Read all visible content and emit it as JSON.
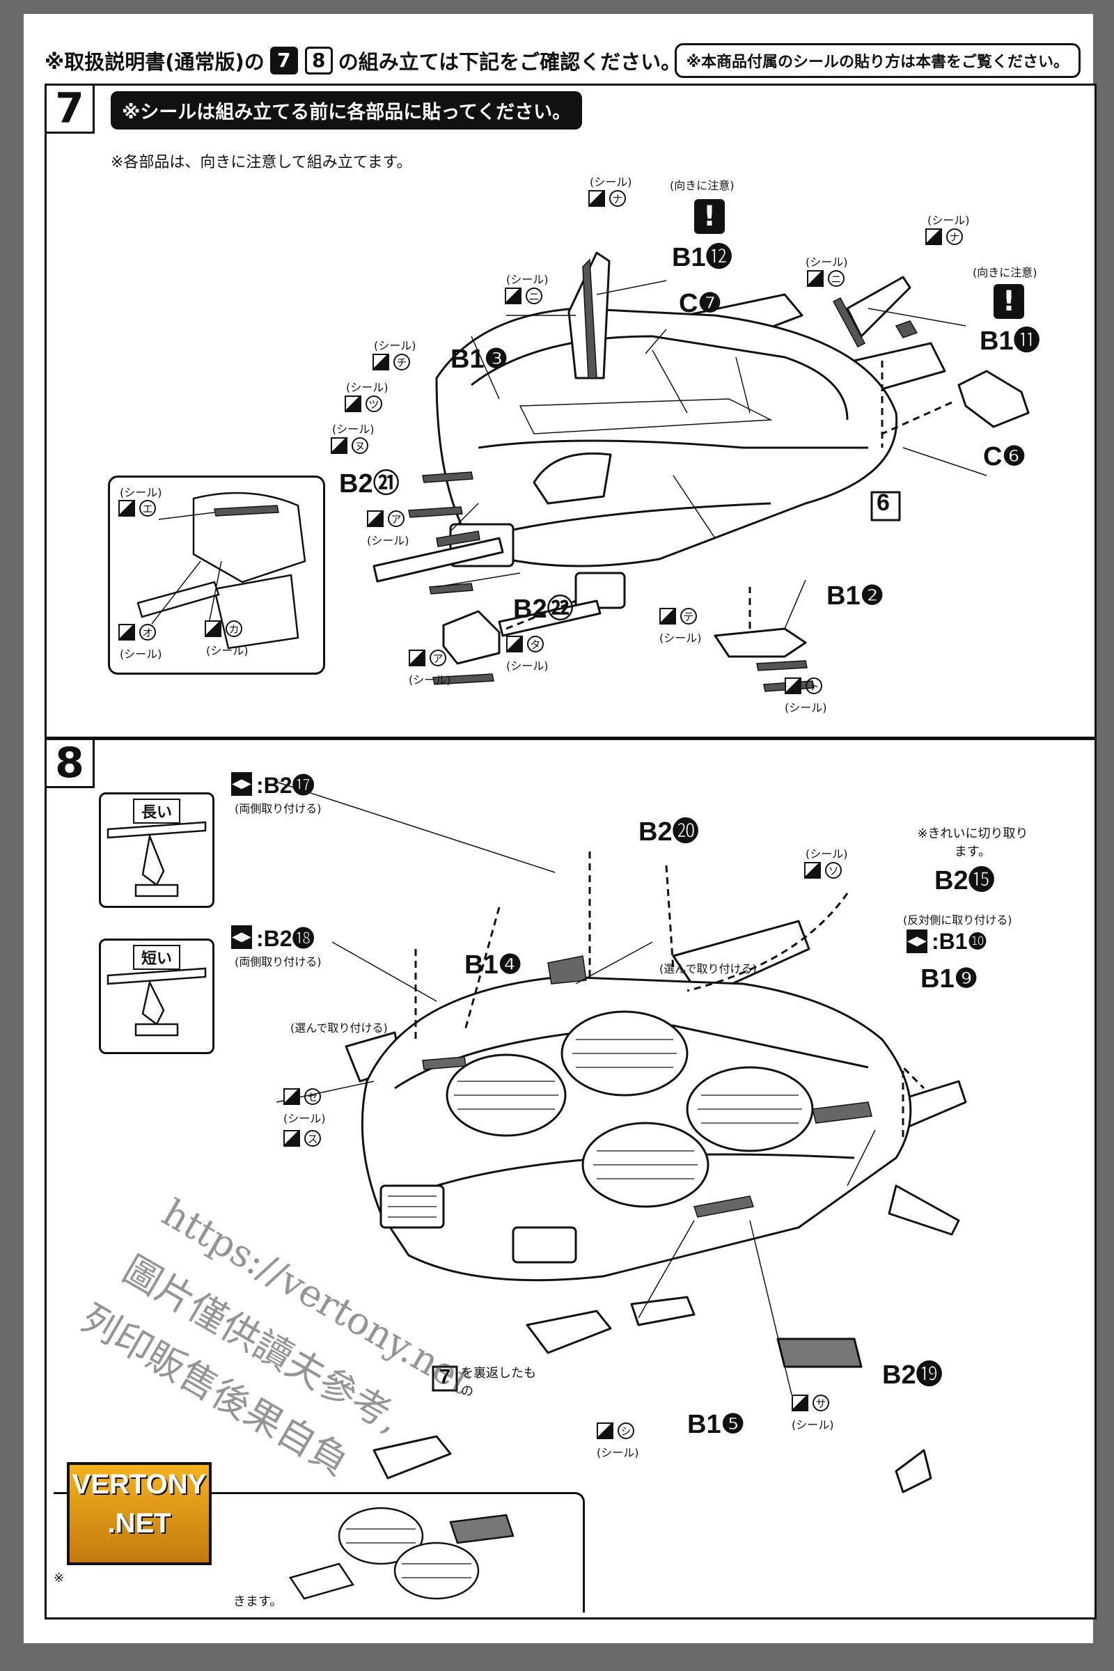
{
  "header": {
    "prefix": "※取扱説明書(通常版)の",
    "step_a": "7",
    "step_b": "8",
    "suffix": "の組み立ては下記をご確認ください。",
    "seal_note": "※本商品付属のシールの貼り方は本書をご覧ください。"
  },
  "step7": {
    "number": "7",
    "note": "※シールは組み立てる前に各部品に貼ってください。",
    "subnote": "※各部品は、向きに注意して組み立てます。",
    "seal_word": "(シール)",
    "caution": "(向きに注意)",
    "parts": {
      "b1_12": "B1⓬",
      "c7": "C❼",
      "b1_11": "B1⓫",
      "b1_3": "B1❸",
      "c6": "C❻",
      "b2_21": "B2㉑",
      "b2_22": "B2㉒",
      "b1_2": "B1❷",
      "step_ref": "6"
    },
    "kana": [
      "ナ",
      "ニ",
      "ナ",
      "ニ",
      "チ",
      "ツ",
      "ヌ",
      "ア",
      "ア",
      "タ",
      "テ",
      "ト",
      "エ",
      "オ",
      "カ"
    ]
  },
  "step8": {
    "number": "8",
    "long": "長い",
    "short": "短い",
    "both_sides": "(両側取り付ける)",
    "choose": "(選んで取り付ける)",
    "opposite": "(反対側に取り付ける)",
    "clean_cut": "※きれいに切り取ります。",
    "flipped": "を裏返したもの",
    "parts": {
      "b2_17": ":B2⓱",
      "b2_18": ":B2⓲",
      "b2_20": "B2⓴",
      "b1_4": "B1❹",
      "b2_15": "B2⓯",
      "b1_10": ":B1❿",
      "b1_9": "B1❾",
      "b2_19": "B2⓳",
      "b1_5": "B1❺",
      "ref7": "7"
    },
    "kana": [
      "ソ",
      "セ",
      "ス",
      "シ",
      "サ"
    ],
    "bottom_note_a": "※",
    "bottom_note_b": "きます。"
  },
  "watermark": {
    "url": "https://vertony.net",
    "line1": "圖片僅供讀夫參考,",
    "line2": "列印販售後果自負",
    "stamp_a": "VERTONY",
    "stamp_b": ".NET"
  }
}
